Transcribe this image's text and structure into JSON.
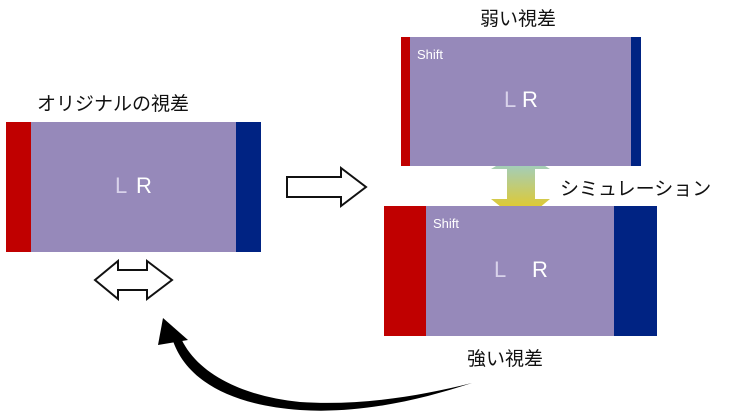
{
  "original": {
    "title": "オリジナルの視差",
    "left_label": "L",
    "right_label": "R"
  },
  "weak": {
    "title": "弱い視差",
    "shift_label": "Shift",
    "left_label": "L",
    "right_label": "R"
  },
  "strong": {
    "title": "強い視差",
    "shift_label": "Shift",
    "left_label": "L",
    "right_label": "R"
  },
  "simulation_label": "シミュレーション",
  "colors": {
    "panel": "#9689ba",
    "left_eye": "#c00000",
    "right_eye": "#002383",
    "gradient_top": "#8ecfe8",
    "gradient_bottom": "#f5c800"
  }
}
